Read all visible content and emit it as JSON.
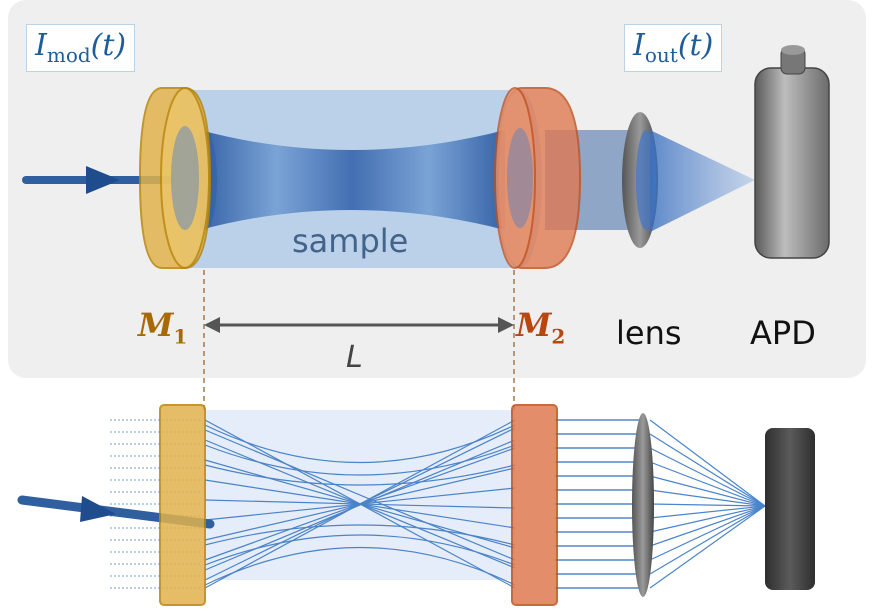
{
  "labels": {
    "input_signal": {
      "base": "I",
      "sub": "mod",
      "arg": "(t)"
    },
    "output_signal": {
      "base": "I",
      "sub": "out",
      "arg": "(t)"
    },
    "sample": "sample",
    "mirror1": {
      "base": "M",
      "sub": "1"
    },
    "mirror2": {
      "base": "M",
      "sub": "2"
    },
    "length": "L",
    "lens": "lens",
    "detector": "APD"
  },
  "colors": {
    "mirror1": "#e0b24c",
    "mirror2": "#e07a52",
    "beam": "#2d6fb5",
    "sample": "#a9c7e8",
    "panel": "#f0f0f0",
    "m1_text": "#a86a00",
    "m2_text": "#b9450f"
  }
}
